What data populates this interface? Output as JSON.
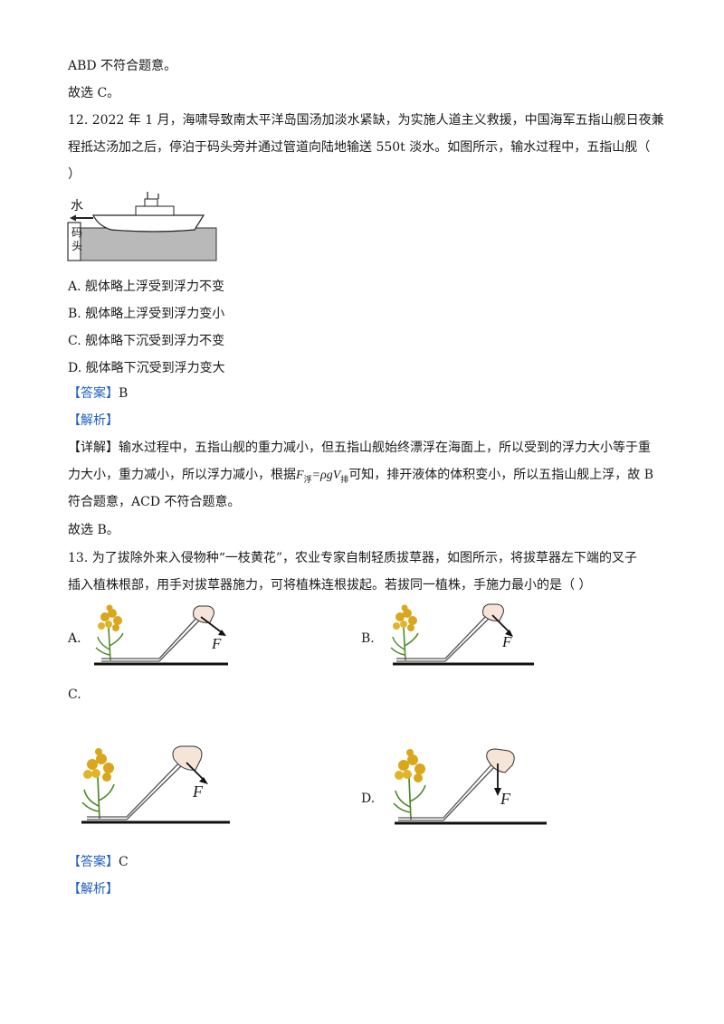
{
  "prev": {
    "line1": "ABD 不符合题意。",
    "line2": "故选 C。"
  },
  "q12": {
    "line1": "12. 2022 年 1 月，海啸导致南太平洋岛国汤加淡水紧缺，为实施人道主义救援，中国海军五指山舰日夜兼",
    "line2": "程抵达汤加之后，停泊于码头旁并通过管道向陆地输送 550t 淡水。如图所示，输水过程中，五指山舰（",
    "line3": "）",
    "figure": {
      "water_label": "水",
      "dock_label_1": "码",
      "dock_label_2": "头"
    },
    "options": {
      "A": "A.  舰体略上浮受到浮力不变",
      "B": "B.  舰体略上浮受到浮力变小",
      "C": "C.  舰体略下沉受到浮力不变",
      "D": "D.  舰体略下沉受到浮力变大"
    },
    "answer_tag": "【答案】",
    "answer_value": "B",
    "analysis_tag": "【解析】",
    "detail_tag": "【详解】",
    "detail_1": "输水过程中，五指山舰的重力减小，但五指山舰始终漂浮在海面上，所以受到的浮力大小等于重",
    "detail_2a": "力大小，重力减小，所以浮力减小，根据",
    "formula_F": "F",
    "formula_sub1": "浮",
    "formula_mid": "=ρgV",
    "formula_sub2": "排",
    "detail_2b": "可知，排开液体的体积变小，所以五指山舰上浮，故 B",
    "detail_3": "符合题意，ACD 不符合题意。",
    "conclusion": "故选 B。"
  },
  "q13": {
    "line1": "13. 为了拔除外来入侵物种“一枝黄花”，农业专家自制轻质拔草器，如图所示，将拔草器左下端的叉子",
    "line2": "插入植株根部，用手对拔草器施力，可将植株连根拔起。若拔同一植株，手施力最小的是（       ）",
    "labels": {
      "A": "A.",
      "B": "B.",
      "C": "C.",
      "D": "D."
    },
    "force_label": "F",
    "answer_tag": "【答案】",
    "answer_value": "C",
    "analysis_tag": "【解析】"
  }
}
